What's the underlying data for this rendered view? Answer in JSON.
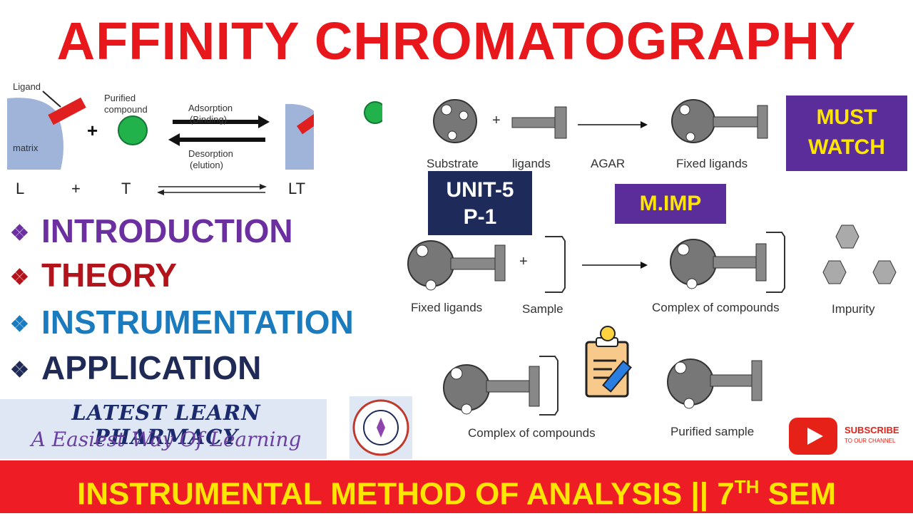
{
  "title": "AFFINITY CHROMATOGRAPHY",
  "top_left_diagram": {
    "ligand": "Ligand",
    "purified_compound_1": "Purified",
    "purified_compound_2": "compound",
    "matrix": "matrix",
    "plus": "+",
    "adsorption_1": "Adsorption",
    "adsorption_2": "(Binding)",
    "desorption_1": "Desorption",
    "desorption_2": "(elution)",
    "eq_l": "L",
    "eq_plus": "+",
    "eq_t": "T",
    "eq_lt": "LT"
  },
  "topics": [
    {
      "label": "INTRODUCTION",
      "color": "#6b2fa0"
    },
    {
      "label": "THEORY",
      "color": "#b3141b"
    },
    {
      "label": "INSTRUMENTATION",
      "color": "#1a7bbf"
    },
    {
      "label": "APPLICATION",
      "color": "#1f2a56"
    }
  ],
  "topic_bullet": "❖",
  "brand": {
    "name": "LATEST LEARN PHARMACY",
    "tagline": "A Easiest Way Of Learning"
  },
  "right_diagram": {
    "row1": {
      "substrate": "Substrate",
      "plus": "+",
      "ligands": "ligands",
      "agar": "AGAR",
      "fixed_ligands": "Fixed ligands"
    },
    "row2": {
      "fixed_ligands": "Fixed ligands",
      "plus": "+",
      "sample": "Sample",
      "complex": "Complex of compounds",
      "impurity": "Impurity"
    },
    "row3": {
      "complex": "Complex of compounds",
      "purified": "Purified sample"
    }
  },
  "badges": {
    "must_watch_1": "MUST",
    "must_watch_2": "WATCH",
    "unit_1": "UNIT-5",
    "unit_2": "P-1",
    "mimp": "M.IMP"
  },
  "subscribe": {
    "main": "SUBSCRIBE",
    "sub": "TO OUR CHANNEL"
  },
  "bottom_bar": {
    "text_before": "INSTRUMENTAL METHOD OF ANALYSIS || 7",
    "superscript": "TH",
    "text_after": " SEM"
  },
  "colors": {
    "title_red": "#e8171c",
    "bar_red": "#ee1c24",
    "bar_text": "#ffe600",
    "purple_badge": "#5b2d9a",
    "navy_badge": "#1d2a5a",
    "badge_text": "#ffe600"
  }
}
